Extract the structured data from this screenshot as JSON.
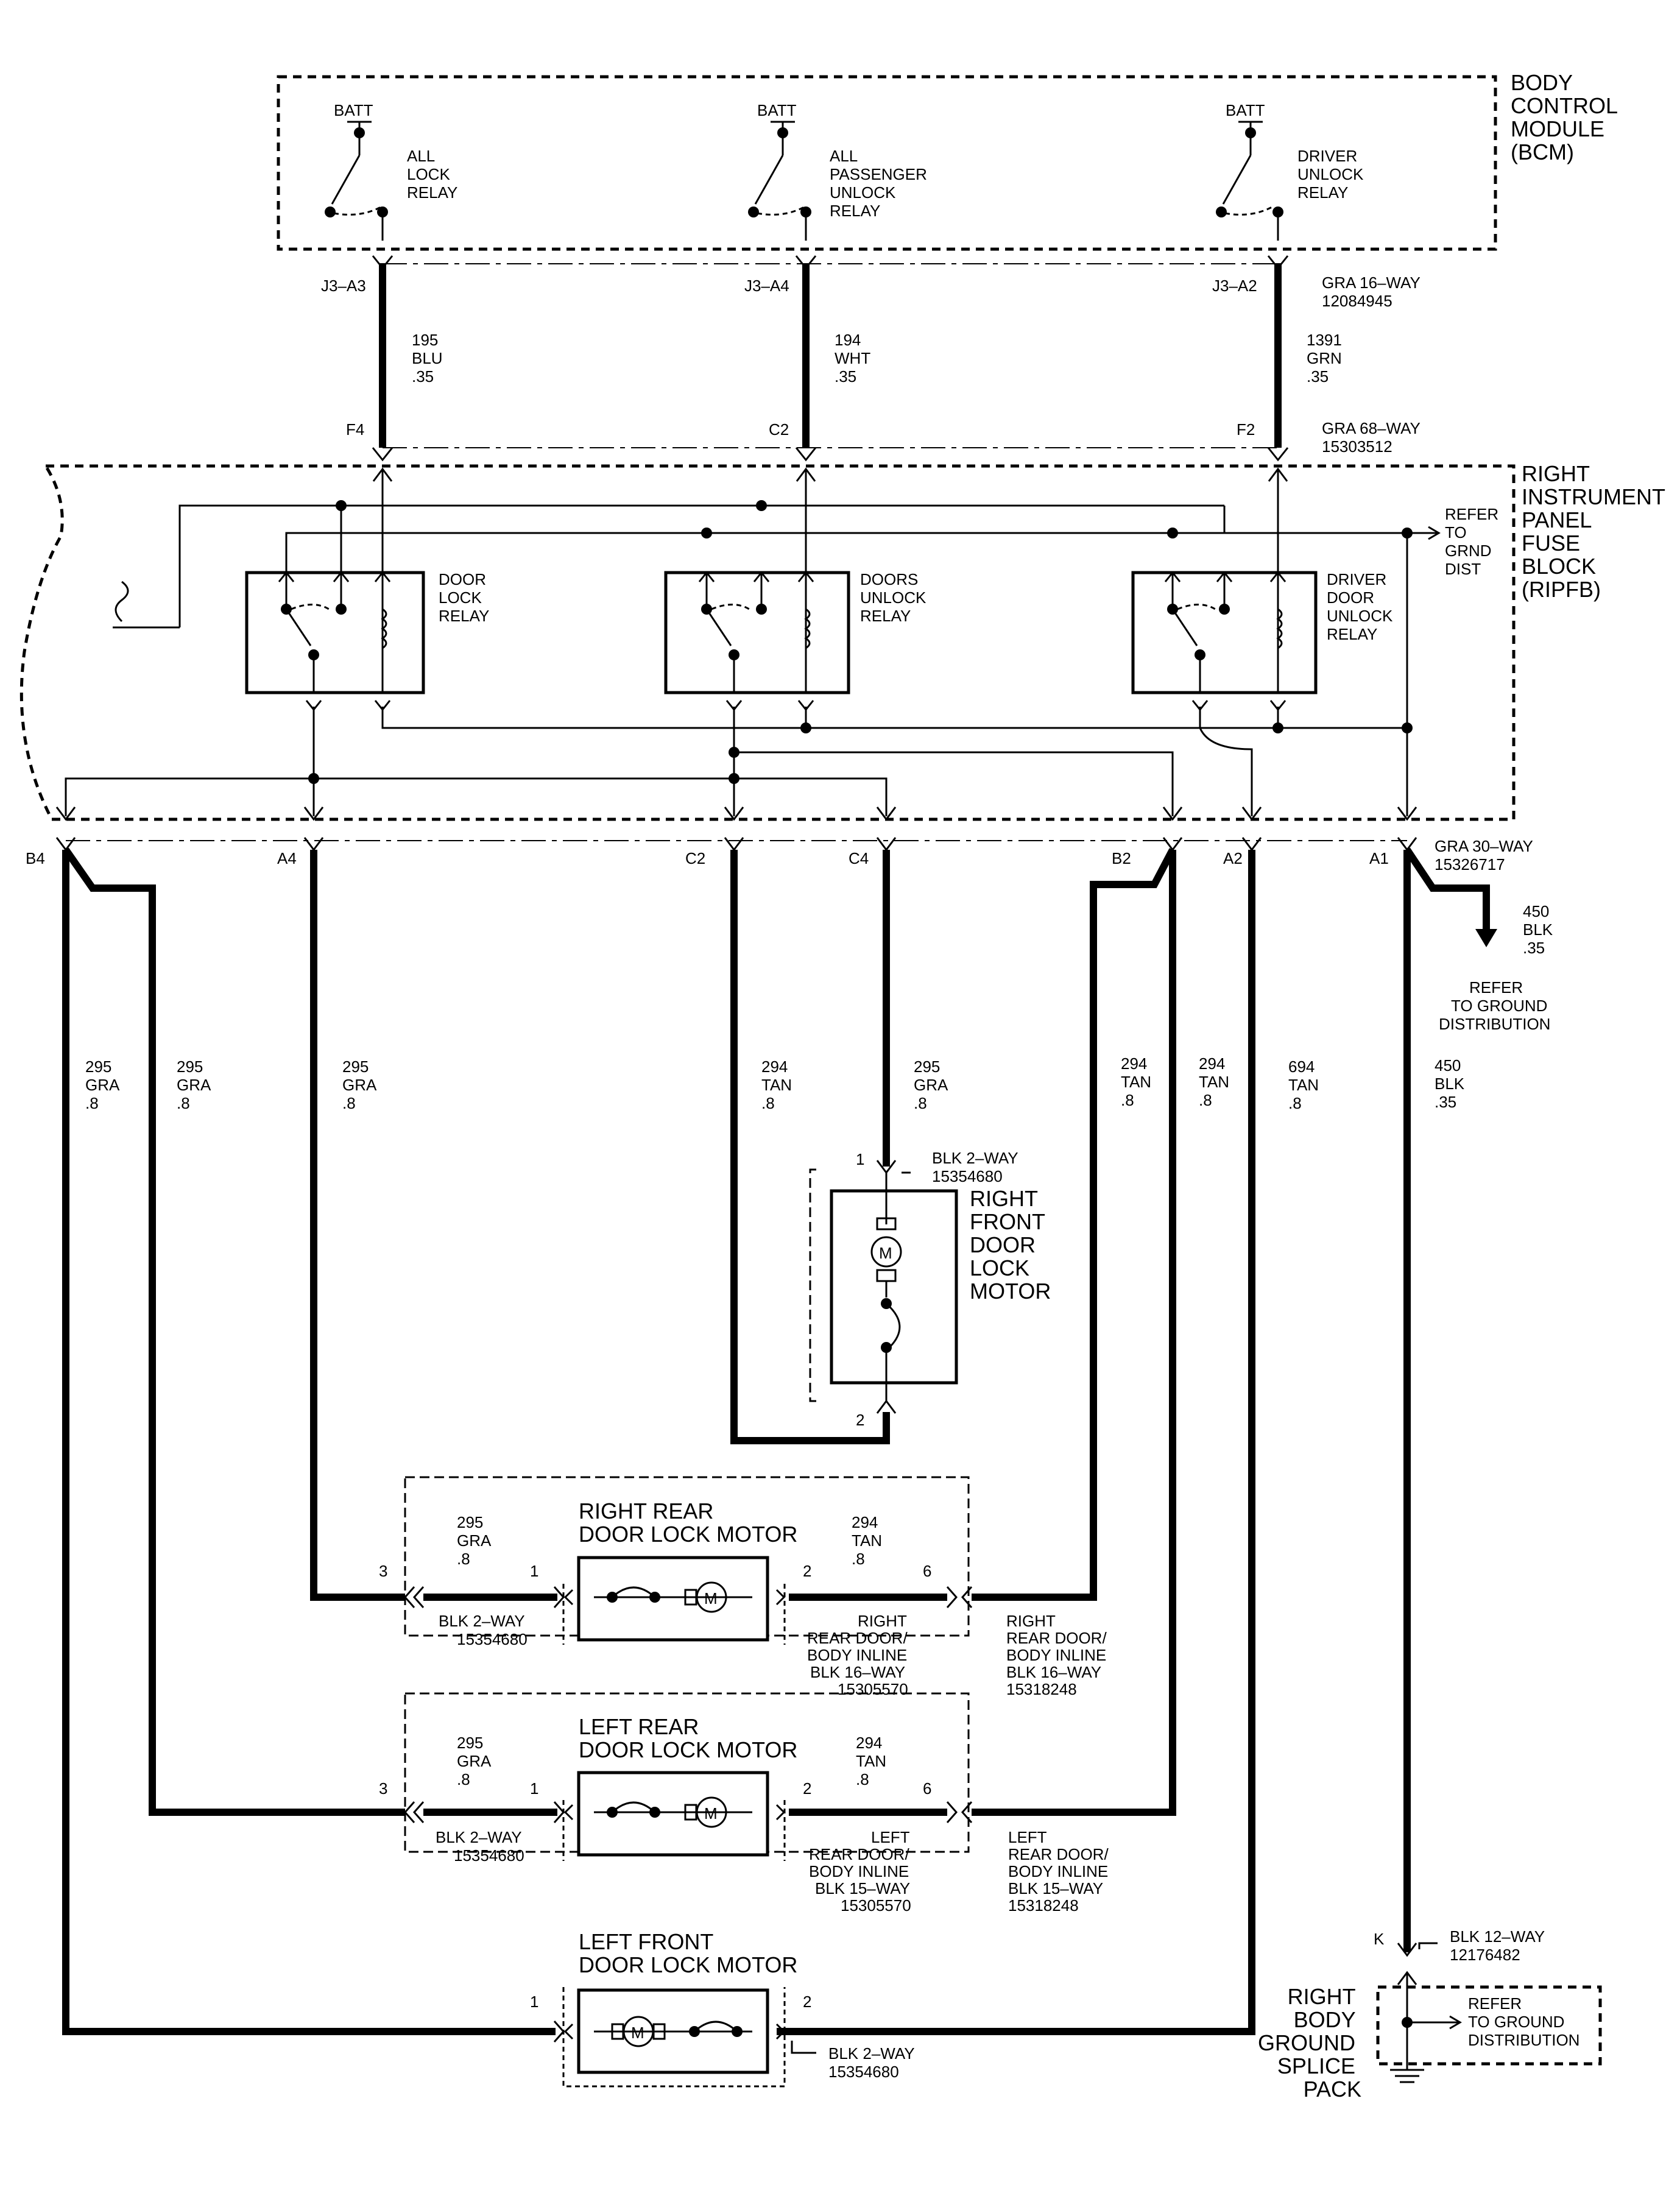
{
  "bcm": {
    "title": [
      "BODY",
      "CONTROL",
      "MODULE",
      "(BCM)"
    ],
    "relays": [
      {
        "batt": "BATT",
        "name": [
          "ALL",
          "LOCK",
          "RELAY"
        ]
      },
      {
        "batt": "BATT",
        "name": [
          "ALL",
          "PASSENGER",
          "UNLOCK",
          "RELAY"
        ]
      },
      {
        "batt": "BATT",
        "name": [
          "DRIVER",
          "UNLOCK",
          "RELAY"
        ]
      }
    ],
    "connector_top": [
      "GRA 16–WAY",
      "12084945"
    ],
    "connector_bottom": [
      "GRA 68–WAY",
      "15303512"
    ]
  },
  "bcm_wires": [
    {
      "top_pin": "J3–A3",
      "bottom_pin": "F4",
      "circuit": [
        "195",
        "BLU",
        ".35"
      ]
    },
    {
      "top_pin": "J3–A4",
      "bottom_pin": "C2",
      "circuit": [
        "194",
        "WHT",
        ".35"
      ]
    },
    {
      "top_pin": "J3–A2",
      "bottom_pin": "F2",
      "circuit": [
        "1391",
        "GRN",
        ".35"
      ]
    }
  ],
  "ripfb": {
    "title": [
      "RIGHT",
      "INSTRUMENT",
      "PANEL",
      "FUSE",
      "BLOCK",
      "(RIPFB)"
    ],
    "relays": [
      {
        "name": [
          "DOOR",
          "LOCK",
          "RELAY"
        ]
      },
      {
        "name": [
          "DOORS",
          "UNLOCK",
          "RELAY"
        ]
      },
      {
        "name": [
          "DRIVER",
          "DOOR",
          "UNLOCK",
          "RELAY"
        ]
      }
    ],
    "refer": [
      "REFER",
      "TO",
      "GRND",
      "DIST"
    ],
    "connector": [
      "GRA 30–WAY",
      "15326717"
    ]
  },
  "bottom_pins": [
    "B4",
    "A4",
    "C2",
    "C4",
    "B2",
    "A2",
    "A1"
  ],
  "ground_branch": {
    "circuit": [
      "450",
      "BLK",
      ".35"
    ],
    "refer": [
      "REFER",
      "TO GROUND",
      "DISTRIBUTION"
    ]
  },
  "circuits": [
    {
      "label": [
        "295",
        "GRA",
        ".8"
      ]
    },
    {
      "label": [
        "295",
        "GRA",
        ".8"
      ]
    },
    {
      "label": [
        "295",
        "GRA",
        ".8"
      ]
    },
    {
      "label": [
        "294",
        "TAN",
        ".8"
      ]
    },
    {
      "label": [
        "295",
        "GRA",
        ".8"
      ]
    },
    {
      "label": [
        "294",
        "TAN",
        ".8"
      ]
    },
    {
      "label": [
        "294",
        "TAN",
        ".8"
      ]
    },
    {
      "label": [
        "694",
        "TAN",
        ".8"
      ]
    },
    {
      "label": [
        "450",
        "BLK",
        ".35"
      ]
    }
  ],
  "rf_motor": {
    "name": [
      "RIGHT",
      "FRONT",
      "DOOR",
      "LOCK",
      "MOTOR"
    ],
    "connector": [
      "BLK 2–WAY",
      "15354680"
    ],
    "pin1": "1",
    "pin2": "2",
    "motor_symbol": "M"
  },
  "rr_motor": {
    "title": [
      "RIGHT REAR",
      "DOOR LOCK MOTOR"
    ],
    "left_circuit": [
      "295",
      "GRA",
      ".8"
    ],
    "right_circuit": [
      "294",
      "TAN",
      ".8"
    ],
    "pins": [
      "3",
      "1",
      "2",
      "6"
    ],
    "left_connector": [
      "BLK 2–WAY",
      "15354680"
    ],
    "inline_a": [
      "RIGHT",
      "REAR DOOR/",
      "BODY INLINE",
      "BLK 16–WAY",
      "15305570"
    ],
    "inline_b": [
      "RIGHT",
      "REAR DOOR/",
      "BODY INLINE",
      "BLK 16–WAY",
      "15318248"
    ],
    "motor_symbol": "M"
  },
  "lr_motor": {
    "title": [
      "LEFT REAR",
      "DOOR LOCK MOTOR"
    ],
    "left_circuit": [
      "295",
      "GRA",
      ".8"
    ],
    "right_circuit": [
      "294",
      "TAN",
      ".8"
    ],
    "pins": [
      "3",
      "1",
      "2",
      "6"
    ],
    "left_connector": [
      "BLK 2–WAY",
      "15354680"
    ],
    "inline_a": [
      "LEFT",
      "REAR DOOR/",
      "BODY INLINE",
      "BLK 15–WAY",
      "15305570"
    ],
    "inline_b": [
      "LEFT",
      "REAR DOOR/",
      "BODY INLINE",
      "BLK 15–WAY",
      "15318248"
    ],
    "motor_symbol": "M"
  },
  "lf_motor": {
    "title": [
      "LEFT FRONT",
      "DOOR LOCK MOTOR"
    ],
    "pins": [
      "1",
      "2"
    ],
    "connector": [
      "BLK 2–WAY",
      "15354680"
    ],
    "motor_symbol": "M"
  },
  "ground_splice": {
    "pin": "K",
    "connector": [
      "BLK 12–WAY",
      "12176482"
    ],
    "name": [
      "RIGHT",
      "BODY",
      "GROUND",
      "SPLICE",
      "PACK"
    ],
    "refer": [
      "REFER",
      "TO GROUND",
      "DISTRIBUTION"
    ]
  }
}
